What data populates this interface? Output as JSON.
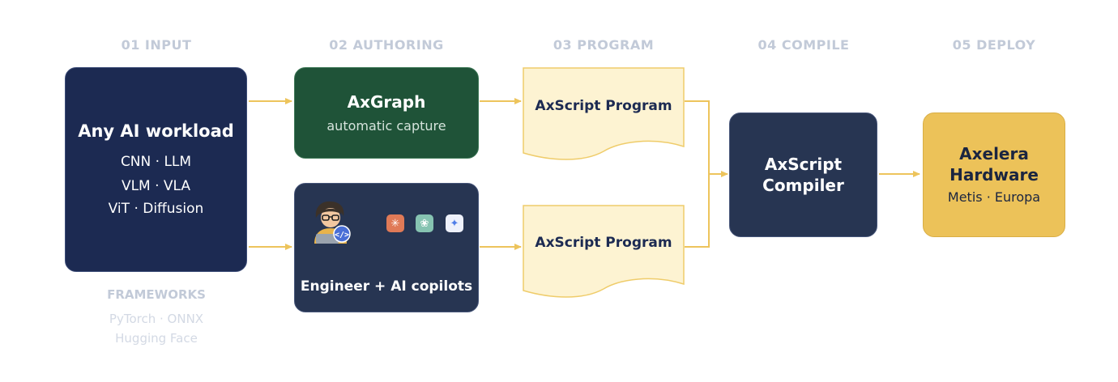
{
  "stages": [
    {
      "label": "01 INPUT"
    },
    {
      "label": "02 AUTHORING"
    },
    {
      "label": "03 PROGRAM"
    },
    {
      "label": "04 COMPILE"
    },
    {
      "label": "05 DEPLOY"
    }
  ],
  "input": {
    "title": "Any AI workload",
    "lines": [
      "CNN · LLM",
      "VLM · VLA",
      "ViT · Diffusion"
    ]
  },
  "frameworks": {
    "title": "FRAMEWORKS",
    "lines": [
      "PyTorch · ONNX",
      "Hugging Face"
    ]
  },
  "axgraph": {
    "title": "AxGraph",
    "subtitle": "automatic capture"
  },
  "engineer": {
    "title": "Engineer + AI copilots",
    "icons": [
      "engineer-icon",
      "claude-icon",
      "chatgpt-icon",
      "gemini-icon"
    ]
  },
  "programs": [
    {
      "label": "AxScript Program"
    },
    {
      "label": "AxScript Program"
    }
  ],
  "compiler": {
    "title_line1": "AxScript",
    "title_line2": "Compiler"
  },
  "hardware": {
    "title_line1": "Axelera",
    "title_line2": "Hardware",
    "subtitle": "Metis · Europa"
  },
  "colors": {
    "navy": "#1c2a52",
    "green": "#1f5338",
    "slate": "#273552",
    "gold": "#ecc259",
    "arrow": "#edc45c",
    "doc_fill": "#fdf3d2",
    "doc_stroke": "#efcc6a",
    "header": "#c2cad8"
  }
}
